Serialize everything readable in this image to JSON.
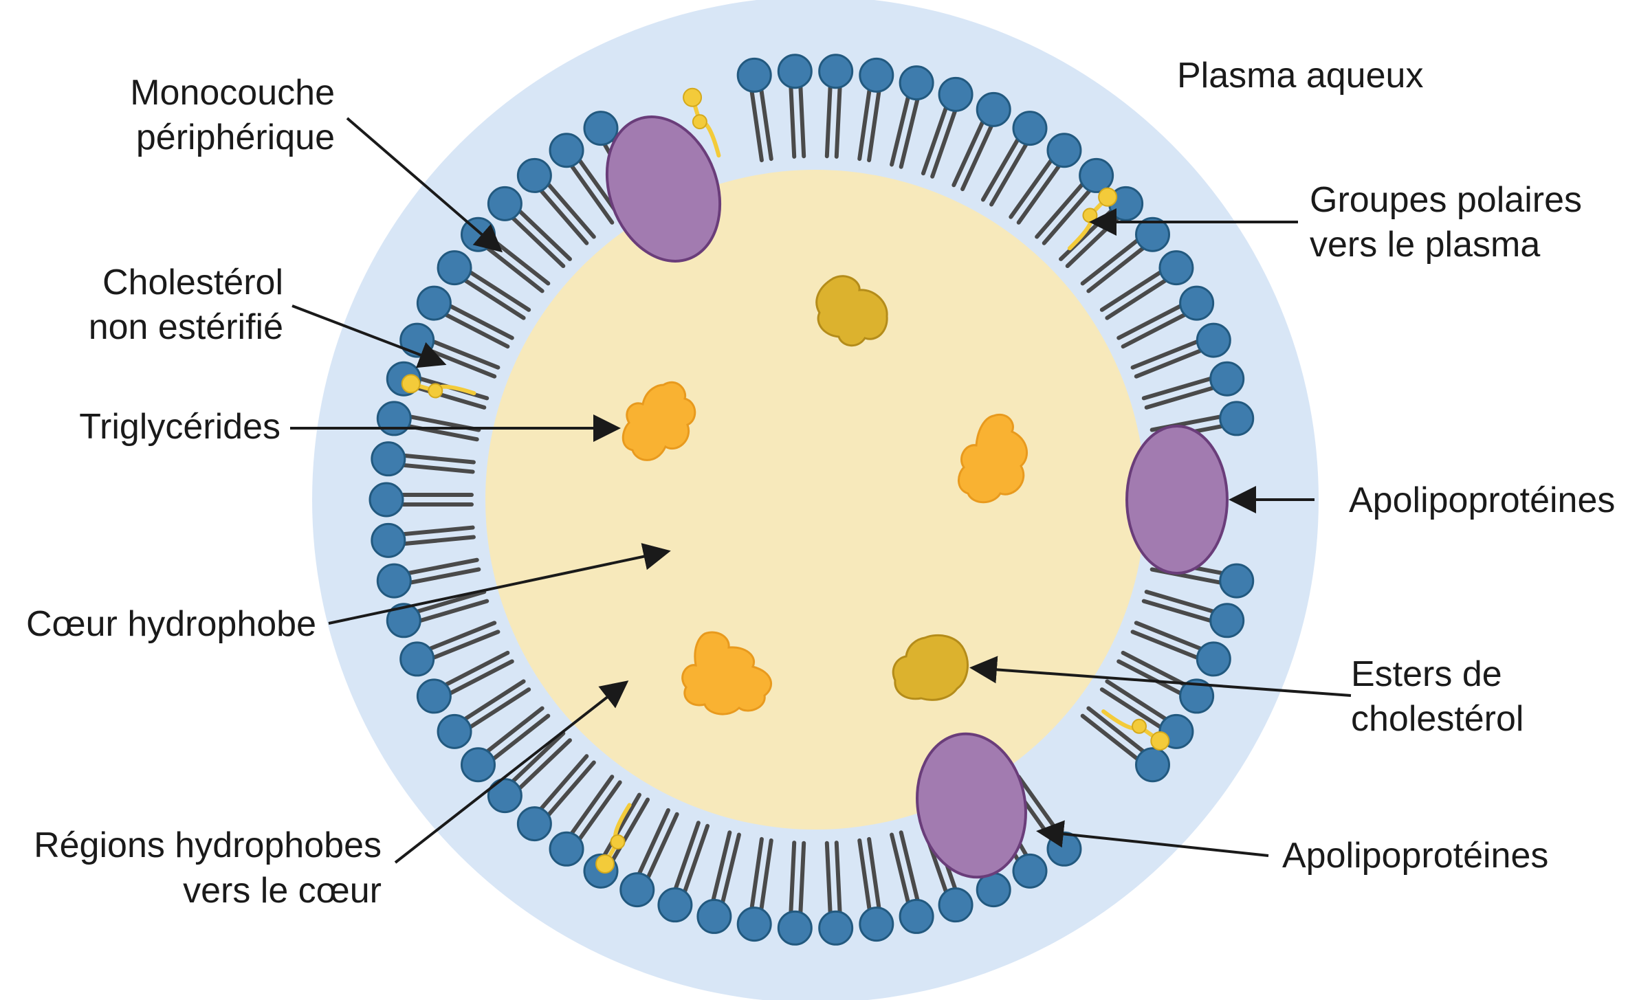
{
  "labels": {
    "plasma": "Plasma aqueux",
    "monolayer_1": "Monocouche",
    "monolayer_2": "périphérique",
    "free_cholesterol_1": "Cholestérol",
    "free_cholesterol_2": "non estérifié",
    "triglycerides": "Triglycérides",
    "core": "Cœur hydrophobe",
    "hydrophobic_1": "Régions hydrophobes",
    "hydrophobic_2": "vers le cœur",
    "polar_1": "Groupes polaires",
    "polar_2": "vers le plasma",
    "apolipoproteins_upper": "Apolipoprotéines",
    "cholesteryl_esters_1": "Esters de",
    "cholesteryl_esters_2": "cholestérol",
    "apolipoproteins_lower": "Apolipoprotéines"
  },
  "colors": {
    "plasma": "#d8e6f6",
    "core": "#f7e9bb",
    "head": "#3e7cad",
    "head_outline": "#22597f",
    "tail": "#4a4a4a",
    "cholesterol": "#f3cb3a",
    "apolipoprotein": "#a27bb0",
    "apolipoprotein_outline": "#6a3d7a",
    "triglyceride": "#f9b232",
    "cholesteryl_ester": "#dcb22e",
    "arrow": "#1a1a1a"
  }
}
